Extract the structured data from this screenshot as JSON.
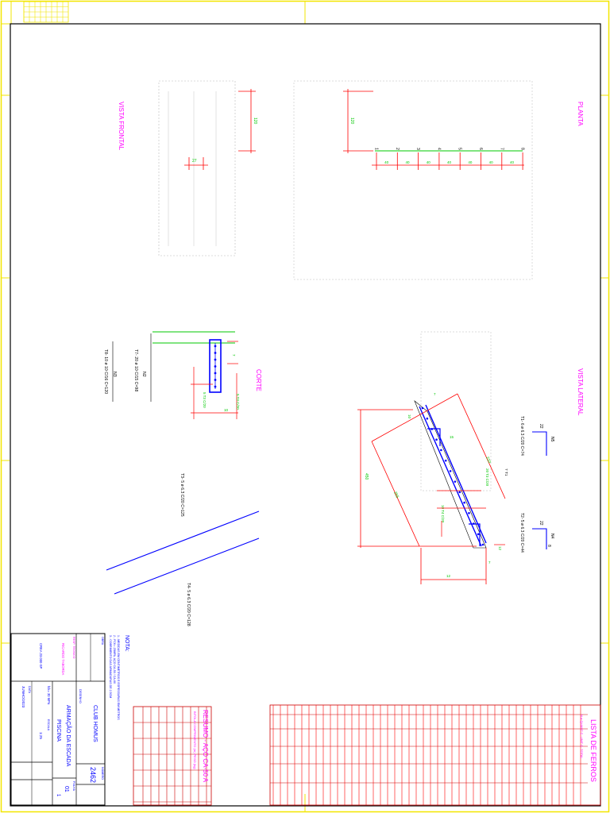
{
  "colors": {
    "frame": "#f2e600",
    "border": "#000000",
    "view_title": "#ff00ff",
    "dimension": "#ff0000",
    "rebar": "#0000ff",
    "rebar_label": "#000000",
    "concrete": "#b8b8b8",
    "grid": "#ff0000",
    "grid_alt": "#cc0000",
    "slab_edge": "#00c800",
    "table_text": "#ff00ff",
    "title_text": "#0000ff"
  },
  "views": {
    "frontal": "VISTA FRONTAL",
    "planta": "PLANTA",
    "corte": "CORTE",
    "lateral": "VISTA LATERAL"
  },
  "frontal": {
    "dim_height": "120",
    "dim_width": "27"
  },
  "planta": {
    "dim_height": "120",
    "bar_numbers": [
      "1",
      "2",
      "3",
      "4",
      "5",
      "6",
      "7",
      "8"
    ],
    "spacings": [
      "40",
      "40",
      "40",
      "40",
      "40",
      "40",
      "40"
    ]
  },
  "corte": {
    "callout_top": "T7- 20 ø 10 C/15 C=98",
    "callout_top_num": "N2",
    "callout_bot": "T8- 10 ø 10 C/16 C=120",
    "callout_bot_num": "N3",
    "dim_a": "5 T3 C/20",
    "dim_b": "5 T3 C/20",
    "dim_c": "10",
    "dim_d": "7"
  },
  "lateral": {
    "dim_total": "450",
    "dim_run": "210",
    "dim_slope": "255",
    "dim_steps": "20 T3 C/20",
    "dim_steps_2": "10 T4 C/20",
    "dim_top": "7",
    "dim_bot": "7",
    "dim_small_1": "10",
    "dim_small_2": "15",
    "dim_small_3": "12",
    "dim_t1": "7 T1",
    "stair_depth": "12",
    "bar_a_label": "T1- 6 ø 6.3 C/20 C=74",
    "bar_a_num": "N5",
    "bar_a_dim": "22",
    "bar_b_label": "T2- 5 ø 6.3 C/20 C=44",
    "bar_b_num": "N4",
    "bar_b_dim": "22",
    "bar_b_dim2": "8"
  },
  "loose_bars": {
    "top": "T3- 5 ø 6.3 C/20 C=125",
    "bottom": "T4- 5 ø 6.3 C/20 C=128"
  },
  "notes": {
    "heading": "NOTA:",
    "lines": [
      "1 - MEDIDAS EM CENTIMETROS E ESPESSURAS EM METROS",
      "2 - FCK= 25MPA, AÇO CA-50 / CA-60",
      "3 - COBRIMENTO DAS ARMADURAS DE 2,5CM"
    ]
  },
  "title_block": {
    "client": "CLUB HOMUS",
    "project": "ARMAÇÃO DA ESCADA",
    "sub": "PISCINA",
    "job_number": "2462",
    "sheet": "01",
    "sheet_total": "1",
    "engineer": "RICARDO TABORDA",
    "crea": "CREA 23.000-SP",
    "scale": "1:25",
    "date": "JUNHO/2023",
    "fck": "fck= 30 MPa",
    "label_obra": "OBRA",
    "label_desenho": "DESENHO",
    "label_numero": "NÚMERO",
    "label_folha": "FOLHA",
    "label_escala": "ESCALA",
    "label_data": "DATA",
    "label_resp": "RESP. TECNICO"
  },
  "tables": {
    "resumo_title": "RESUMO - AÇO CA-50 A",
    "resumo_header": "BITOLA   COMPRIMENTO (m)   PESO (kg)",
    "lista_title": "LISTA DE FERROS",
    "lista_header": "N   ø   QUANT   C. UNIT   C. TOTAL"
  }
}
